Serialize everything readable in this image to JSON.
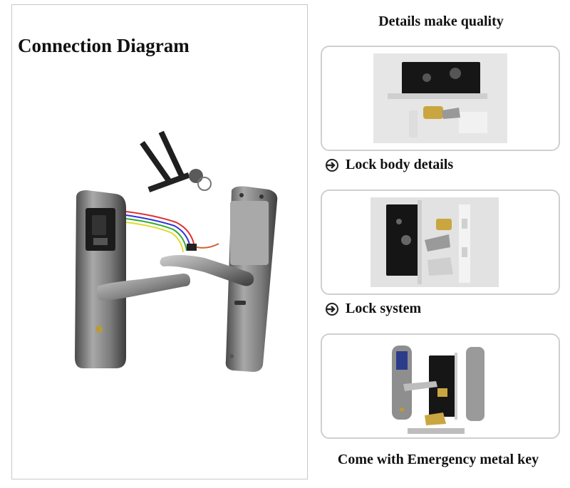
{
  "left": {
    "title": "Connection Diagram"
  },
  "right": {
    "header": "Details make quality",
    "sections": [
      {
        "caption": "Lock body details",
        "arrow_icon": "circle-arrow-right-icon"
      },
      {
        "caption": "Lock system",
        "arrow_icon": "circle-arrow-right-icon"
      }
    ],
    "bottom_caption": "Come with Emergency metal key"
  },
  "colors": {
    "border": "#c8c8c8",
    "card_border": "#cfcfcf",
    "text": "#111111",
    "metal": "#8a8a8a",
    "dark": "#2a2a2a"
  }
}
